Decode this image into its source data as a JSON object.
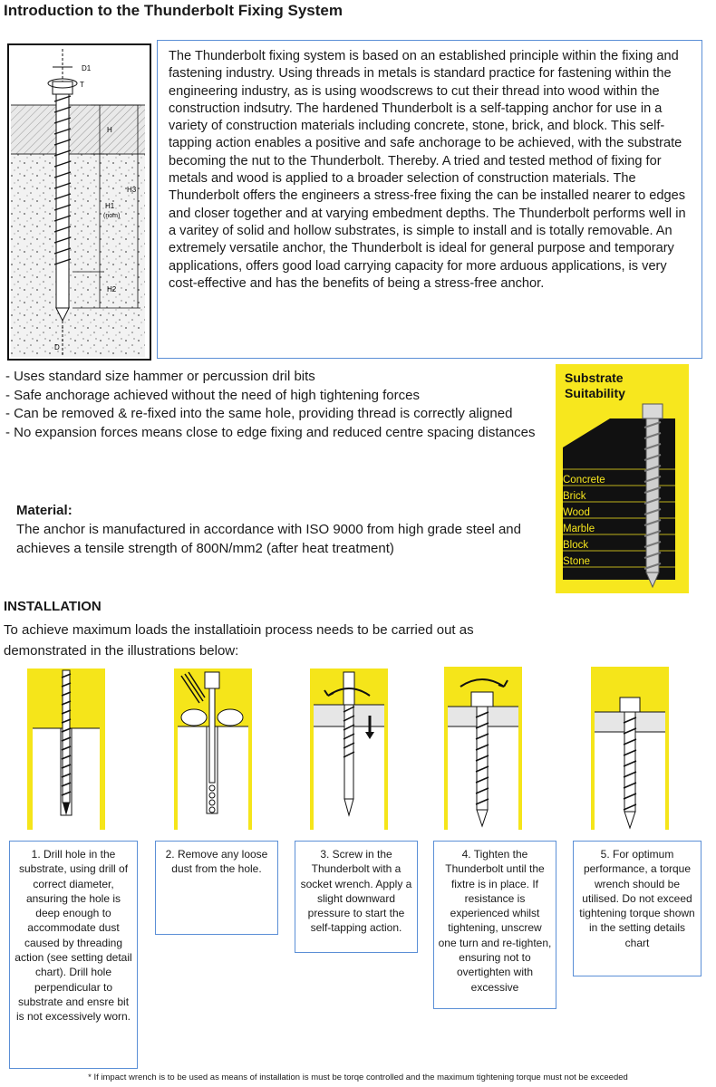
{
  "page": {
    "title": "Introduction to the Thunderbolt Fixing System",
    "intro": "The Thunderbolt fixing system is based on an established principle within the fixing and fastening industry. Using threads in metals is standard practice for fastening within the engineering industry, as is using woodscrews to cut their thread into wood within the construction indsutry. The hardened Thunderbolt is a self-tapping anchor for use in a variety of construction materials including concrete, stone, brick, and block. This self-tapping action enables a positive and safe anchorage to be achieved, with the substrate becoming the nut to the Thunderbolt. Thereby. A tried and tested method of fixing for metals and wood is applied to a broader selection of construction materials. The Thunderbolt offers the engineers a stress-free fixing the can be installed nearer to edges and closer together and at varying embedment depths. The Thunderbolt performs well in a varitey of solid and hollow substrates, is simple to install and is totally removable. An extremely versatile anchor, the Thunderbolt is ideal for general purpose and temporary applications, offers good load carrying capacity for more arduous applications, is very cost-effective and has the benefits of being a stress-free anchor."
  },
  "diagram": {
    "labels": {
      "d1": "D1",
      "t": "T",
      "h": "H",
      "h3": "H3",
      "h1": "H1",
      "nom": "(nom)",
      "h2": "H2",
      "d": "D"
    }
  },
  "features": [
    "- Uses standard size hammer or percussion dril bits",
    "- Safe anchorage achieved without the need of high tightening forces",
    "- Can be removed & re-fixed into the same hole, providing thread is correctly aligned",
    "- No expansion forces means close to edge fixing and reduced centre spacing distances"
  ],
  "material": {
    "title": "Material:",
    "text": "The anchor is manufactured in accordance with ISO 9000 from high grade steel and achieves a tensile strength of 800N/mm2 (after heat treatment)"
  },
  "substrate": {
    "title_line1": "Substrate",
    "title_line2": "Suitability",
    "items": [
      "Concrete",
      "Brick",
      "Wood",
      "Marble",
      "Block",
      "Stone"
    ]
  },
  "installation": {
    "title": "INSTALLATION",
    "intro": "To achieve maximum loads the installatioin process needs to be carried out as demonstrated in the illustrations below:",
    "steps": [
      "1. Drill hole in the substrate, using drill of correct diameter, ansuring the hole is deep enough to accommodate dust caused by threading action (see setting detail chart). Drill hole perpendicular to substrate and ensre bit is not excessively worn.",
      "2. Remove any loose dust from the hole.",
      "3. Screw in the Thunderbolt with a socket wrench. Apply a slight downward pressure to start the self-tapping action.",
      "4. Tighten the Thunderbolt until the fixtre is in place. If resistance is experienced whilst tightening, unscrew one turn and re-tighten, ensuring not to overtighten with excessive",
      "5. For optimum performance, a torque wrench should be utilised. Do not exceed tightening torque shown in the setting details chart"
    ]
  },
  "footnote": "* If impact wrench is to be used as means of installation is must be torqe controlled and the maximum tightening torque must not be exceeded",
  "colors": {
    "card_yellow": "#f7e71e",
    "box_border": "#5b8fd6"
  }
}
